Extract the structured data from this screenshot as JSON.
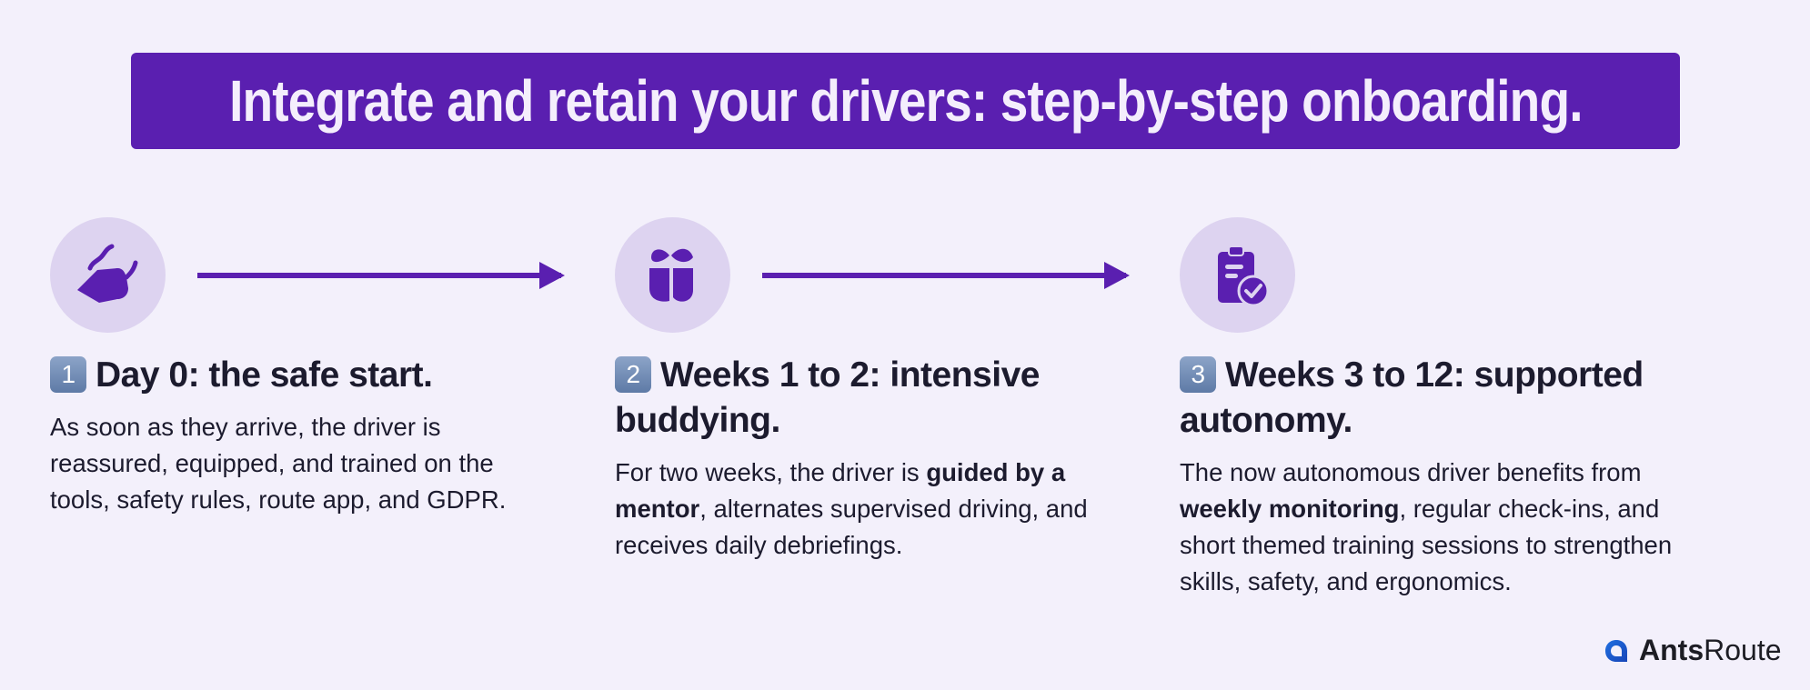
{
  "banner": {
    "title": "Integrate and retain your drivers: step-by-step onboarding.",
    "color": "#5a1fb0"
  },
  "steps": [
    {
      "icon": "handshake-icon",
      "badge": "1",
      "title": "Day 0: the safe start.",
      "body_parts": [
        "As soon as they arrive, the driver is reassured, equipped, and trained on the tools, safety rules, route app, and GDPR."
      ]
    },
    {
      "icon": "mentor-pair-icon",
      "badge": "2",
      "title": "Weeks 1 to 2: intensive buddying.",
      "body_pre": "For two weeks, the driver is ",
      "body_bold": "guided by a mentor",
      "body_post": ", alternates supervised driving, and receives daily debriefings."
    },
    {
      "icon": "clipboard-check-icon",
      "badge": "3",
      "title": "Weeks 3 to 12: supported autonomy.",
      "body_pre": "The now autonomous driver benefits from ",
      "body_bold": "weekly monitoring",
      "body_post": ", regular check-ins, and short themed training sessions to strengthen skills, safety, and ergonomics."
    }
  ],
  "logo": {
    "bold": "Ants",
    "regular": "Route"
  },
  "colors": {
    "accent": "#5a1fb0",
    "circle_bg": "#ddd3f0",
    "background": "#f3f0fb",
    "text": "#1c1b2e"
  }
}
